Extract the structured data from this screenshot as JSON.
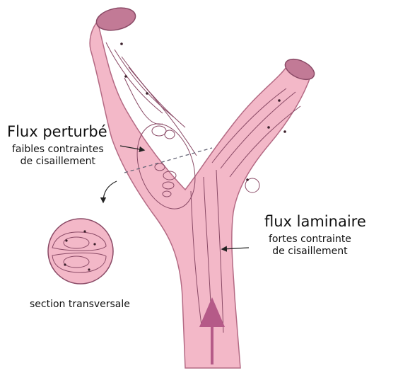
{
  "labels": {
    "disturbed_flow": {
      "title": "Flux perturbé",
      "line1": "faibles contraintes",
      "line2": "de cisaillement"
    },
    "laminar_flow": {
      "title": "flux laminaire",
      "line1": "fortes contrainte",
      "line2": "de cisaillement"
    },
    "cross_section": "section transversale"
  },
  "colors": {
    "vessel_fill": "#f3b8c8",
    "vessel_inner": "#f7cdd9",
    "vessel_stroke": "#b46a84",
    "flow_line": "#8a4a66",
    "arrow": "#b55a88",
    "lumen_fill": "#c27a96"
  }
}
